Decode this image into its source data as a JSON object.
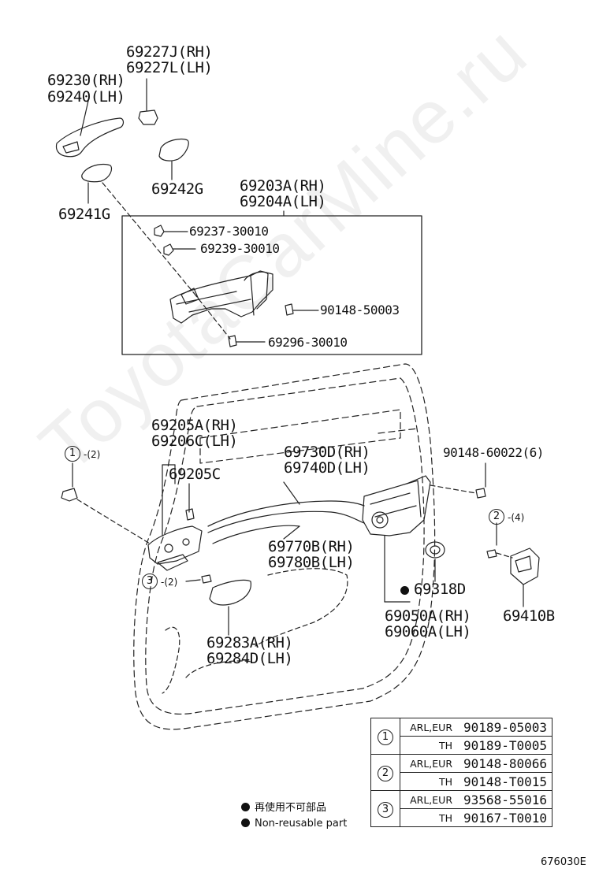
{
  "labels": {
    "p69227j": "69227J(RH)",
    "p69227l": "69227L(LH)",
    "p69230": "69230(RH)",
    "p69240": "69240(LH)",
    "p69242g": "69242G",
    "p69241g": "69241G",
    "p69203a": "69203A(RH)",
    "p69204a": "69204A(LH)",
    "p69237": "69237-30010",
    "p69239": "69239-30010",
    "p90148_50003": "90148-50003",
    "p69296": "69296-30010",
    "p69205a": "69205A(RH)",
    "p69206c": "69206C(LH)",
    "p69205c": "69205C",
    "p69730d": "69730D(RH)",
    "p69740d": "69740D(LH)",
    "p90148_60022": "90148-60022(6)",
    "p69770b": "69770B(RH)",
    "p69780b": "69780B(LH)",
    "p69318d": "69318D",
    "p69050a": "69050A(RH)",
    "p69060a": "69060A(LH)",
    "p69410b": "69410B",
    "p69283a": "69283A(RH)",
    "p69284d": "69284D(LH)"
  },
  "callouts": {
    "c1": "1",
    "c1_qty": "-(2)",
    "c2": "2",
    "c2_qty": "-(4)",
    "c3": "3",
    "c3_qty": "-(2)"
  },
  "key_table": [
    {
      "num": "1",
      "rows": [
        {
          "region": "ARL,EUR",
          "part": "90189-05003"
        },
        {
          "region": "TH",
          "part": "90189-T0005"
        }
      ]
    },
    {
      "num": "2",
      "rows": [
        {
          "region": "ARL,EUR",
          "part": "90148-80066"
        },
        {
          "region": "TH",
          "part": "90148-T0015"
        }
      ]
    },
    {
      "num": "3",
      "rows": [
        {
          "region": "ARL,EUR",
          "part": "93568-55016"
        },
        {
          "region": "TH",
          "part": "90167-T0010"
        }
      ]
    }
  ],
  "legend": {
    "nonreusable_jp": "再使用不可部品",
    "nonreusable_en": "Non-reusable part"
  },
  "figure_number": "676030E",
  "watermark": "ToyotaCarMine.ru"
}
